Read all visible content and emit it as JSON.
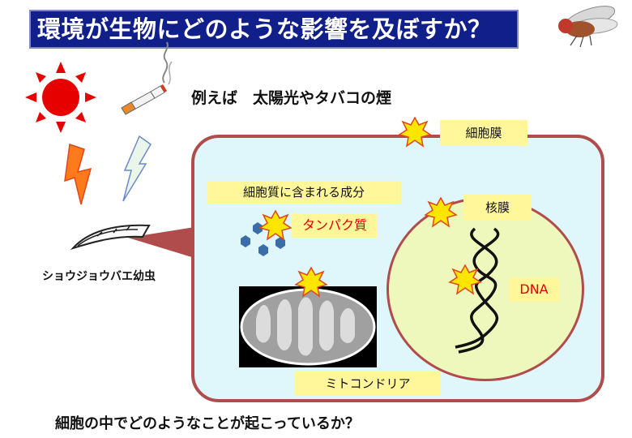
{
  "title": "環境が生物にどのような影響を及ぼすか？",
  "example_text": "例えば　太陽光やタバコの煙",
  "larva_label": "ショウジョウバエ幼虫",
  "question_text": "細胞の中でどのようなことが起こっているか？",
  "cell": {
    "membrane_label": "細胞膜",
    "cytoplasm_label": "細胞質に含まれる成分",
    "protein_label": "タンパク質",
    "nuclear_membrane_label": "核膜",
    "dna_label": "DNA",
    "mitochondria_label": "ミトコンドリア"
  },
  "colors": {
    "title_bg": "#111f8a",
    "label_bg": "#fff79a",
    "cell_border": "#b04c4c",
    "cytoplasm": "#dff7fb",
    "nucleus": "#eef7bc",
    "accent_red": "#e00000",
    "protein_dots": "#3b6ea8"
  },
  "icons": [
    "fruit-fly-icon",
    "sun-icon",
    "cigarette-icon",
    "lightning-icon",
    "starburst-icon"
  ]
}
